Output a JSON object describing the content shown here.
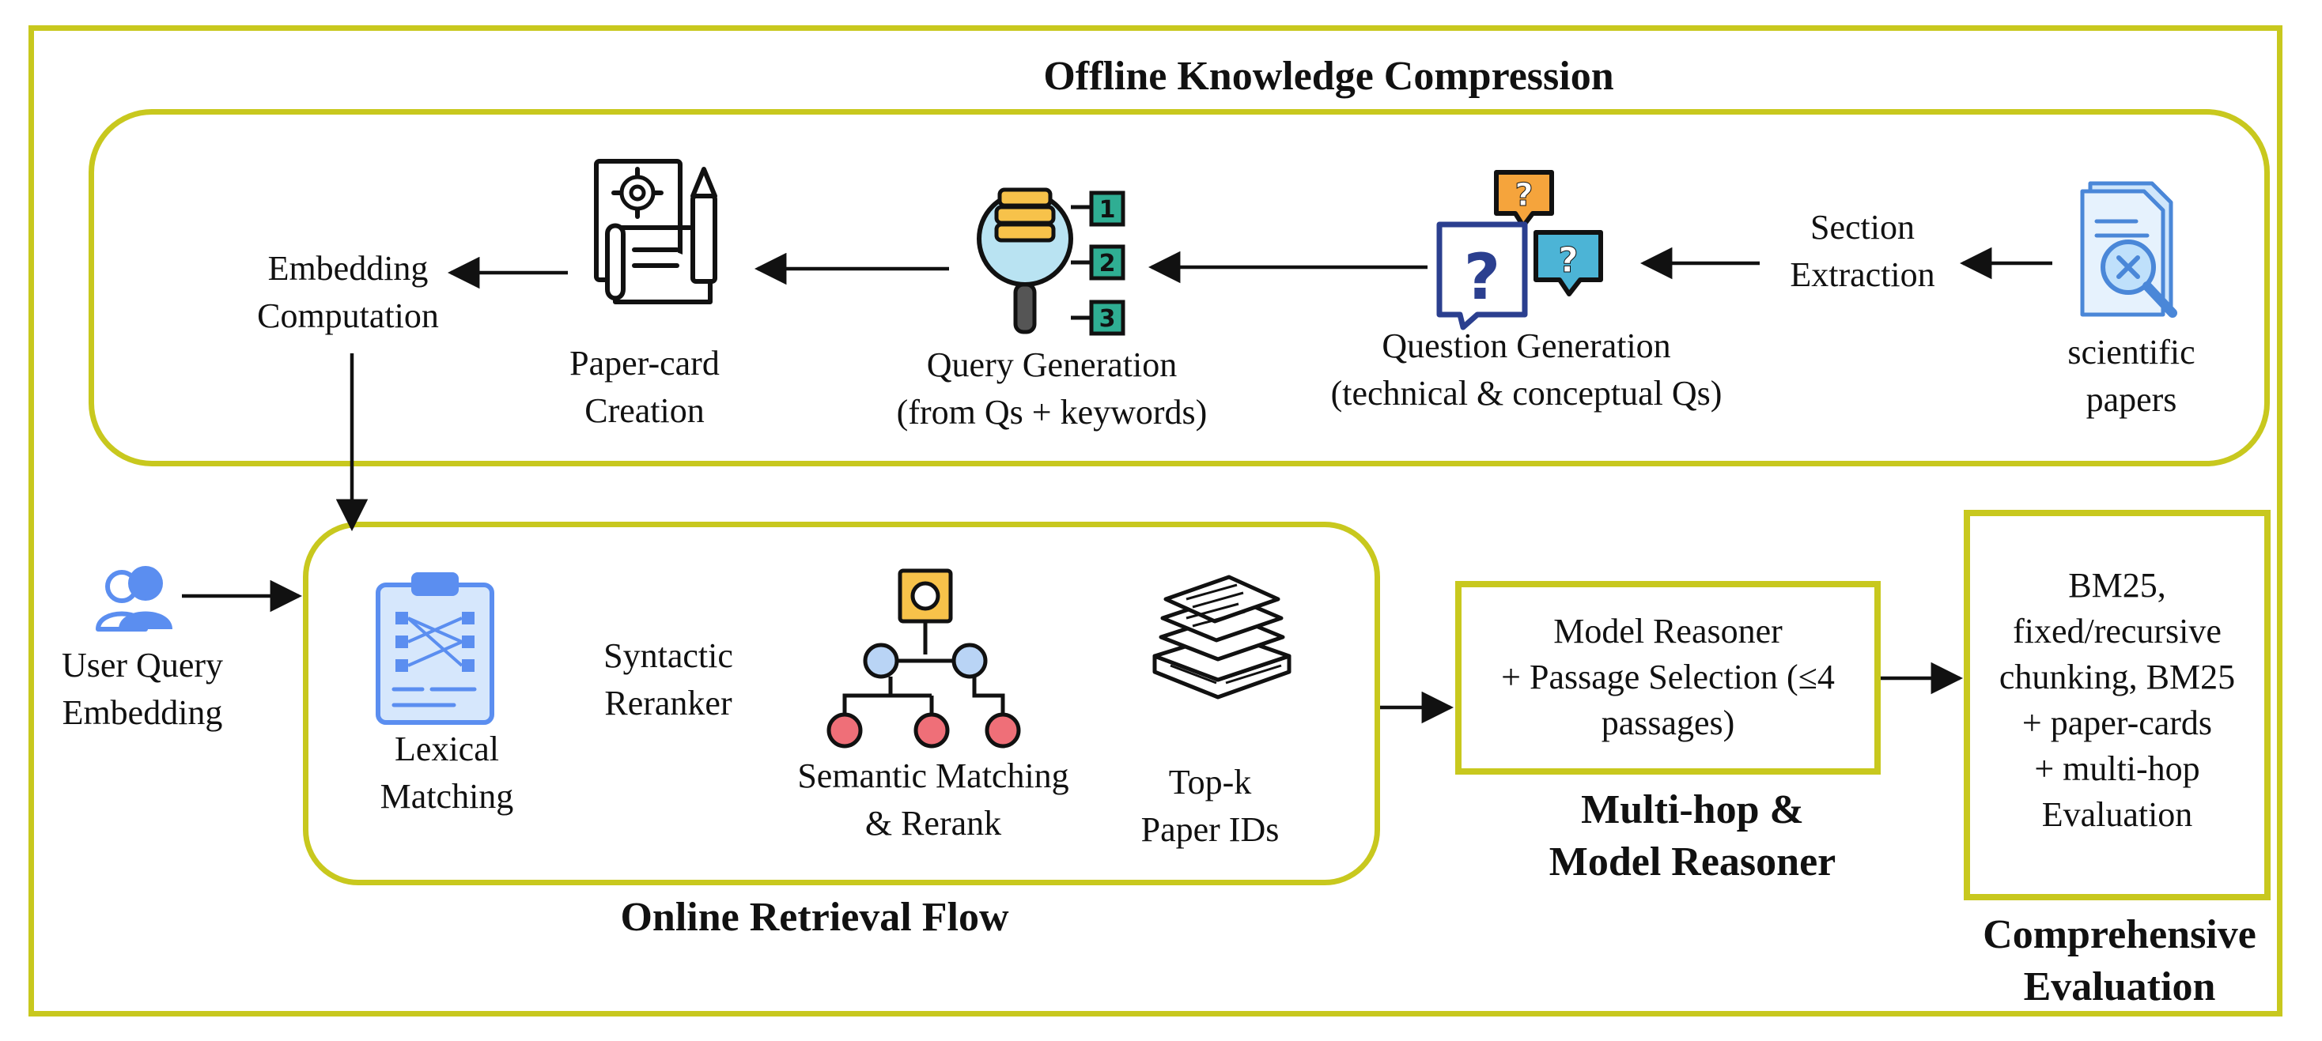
{
  "titles": {
    "offline": "Offline Knowledge Compression",
    "online": "Online Retrieval Flow",
    "multihop": [
      "Multi-hop &",
      "Model Reasoner"
    ],
    "evaluation": [
      "Comprehensive",
      "Evaluation"
    ]
  },
  "offline_steps": {
    "embedding": [
      "Embedding",
      "Computation"
    ],
    "papercard": [
      "Paper-card",
      "Creation"
    ],
    "query_gen": [
      "Query Generation",
      "(from Qs + keywords)"
    ],
    "question_gen": [
      "Question Generation",
      "(technical & conceptual Qs)"
    ],
    "section": [
      "Section",
      "Extraction"
    ],
    "papers": [
      "scientific",
      "papers"
    ]
  },
  "online_steps": {
    "user_query": [
      "User Query",
      "Embedding"
    ],
    "lexical": [
      "Lexical",
      "Matching"
    ],
    "syntactic": [
      "Syntactic",
      "Reranker"
    ],
    "semantic": [
      "Semantic Matching",
      "& Rerank"
    ],
    "topk": [
      "Top-k",
      "Paper IDs"
    ]
  },
  "reasoner_box": [
    "Model Reasoner",
    "+ Passage Selection (≤4",
    "passages)"
  ],
  "evaluation_box": [
    "BM25,",
    "fixed/recursive",
    "chunking, BM25",
    "+ paper-cards",
    "+ multi-hop",
    "Evaluation"
  ],
  "query_gen_numbers": [
    "1",
    "2",
    "3"
  ],
  "colors": {
    "frame": "#c8c81e",
    "accent_blue": "#5b8ef0",
    "teal": "#2fae93",
    "orange": "#f5a43c",
    "red_node": "#ef6f78",
    "yellow": "#f7c24a"
  }
}
